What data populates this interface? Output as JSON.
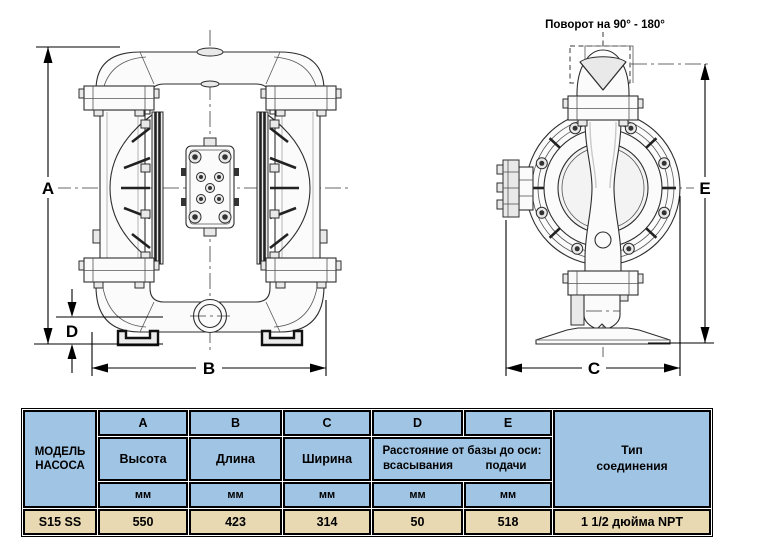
{
  "drawing": {
    "rotation_note": "Поворот на 90° - 180°",
    "dim_labels": {
      "a": "A",
      "b": "B",
      "c": "C",
      "d": "D",
      "e": "E"
    }
  },
  "colors": {
    "table_header_bg": "#a0c4e4",
    "table_data_bg": "#e9d9b3",
    "table_border": "#000000",
    "drawing_line": "#2e2e2e"
  },
  "table": {
    "model_header": "МОДЕЛЬ\nНАСОСА",
    "type_header": "Тип\nсоединения",
    "de_description": {
      "title": "Расстояние от базы до оси:",
      "left": "всасывания",
      "right": "подачи"
    },
    "columns": [
      {
        "letter": "A",
        "name": "Высота",
        "unit": "мм",
        "value": "550"
      },
      {
        "letter": "B",
        "name": "Длина",
        "unit": "мм",
        "value": "423"
      },
      {
        "letter": "C",
        "name": "Ширина",
        "unit": "мм",
        "value": "314"
      },
      {
        "letter": "D",
        "unit": "мм",
        "value": "50"
      },
      {
        "letter": "E",
        "unit": "мм",
        "value": "518"
      }
    ],
    "model_value": "S15 SS",
    "type_value": "1 1/2 дюйма NPT"
  }
}
